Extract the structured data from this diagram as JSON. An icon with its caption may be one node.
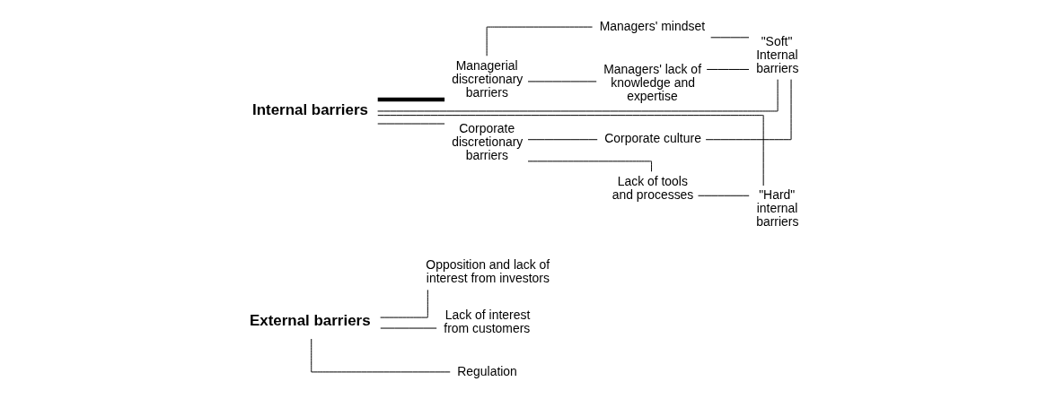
{
  "diagram": {
    "nodes": [
      {
        "text": [
          "External barriers"
        ]
      },
      {
        "text": [
          "Opposition and lack of interest from investors"
        ]
      },
      {
        "text": [
          "Lack of interest from customers"
        ]
      },
      {
        "text": [
          "Regulation"
        ]
      },
      {
        "text": [
          "Internal barriers"
        ]
      },
      {
        "text": [
          "Managerial discretionary barriers"
        ]
      },
      {
        "text": [
          "Corporate discretionary barriers"
        ]
      },
      {
        "text": [
          "Managers' mindset"
        ]
      },
      {
        "text": [
          "Managers' lack of knowledge and expertise"
        ]
      },
      {
        "text": [
          "Corporate culture"
        ]
      },
      {
        "text": [
          "Lack of tools and processes"
        ]
      },
      {
        "text": [
          "\"Soft\" Internal barriers"
        ]
      },
      {
        "text": [
          "\"Hard\" internal barriers"
        ]
      }
    ],
    "edges": [
      {
        "from": 0,
        "to": 1,
        "arrow": "none"
      },
      {
        "from": 0,
        "to": 2,
        "arrow": "none"
      },
      {
        "from": 0,
        "to": 3,
        "arrow": "none"
      },
      {
        "from": 4,
        "to": 5,
        "arrow": "none",
        "style": "thick"
      },
      {
        "from": 4,
        "to": 6,
        "arrow": "none"
      },
      {
        "from": 5,
        "to": 7,
        "arrow": "none"
      },
      {
        "from": 5,
        "to": 8,
        "arrow": "none"
      },
      {
        "from": 6,
        "to": 9,
        "arrow": "none"
      },
      {
        "from": 6,
        "to": 10,
        "arrow": "none"
      },
      {
        "from": 7,
        "to": 11,
        "arrow": "none"
      },
      {
        "from": 8,
        "to": 11,
        "arrow": "none"
      },
      {
        "from": 9,
        "to": 11,
        "arrow": "none"
      },
      {
        "from": 10,
        "to": 12,
        "arrow": "none"
      },
      {
        "from": 4,
        "to": 11,
        "arrow": "none"
      },
      {
        "from": 4,
        "to": 12,
        "arrow": "none"
      }
    ]
  }
}
